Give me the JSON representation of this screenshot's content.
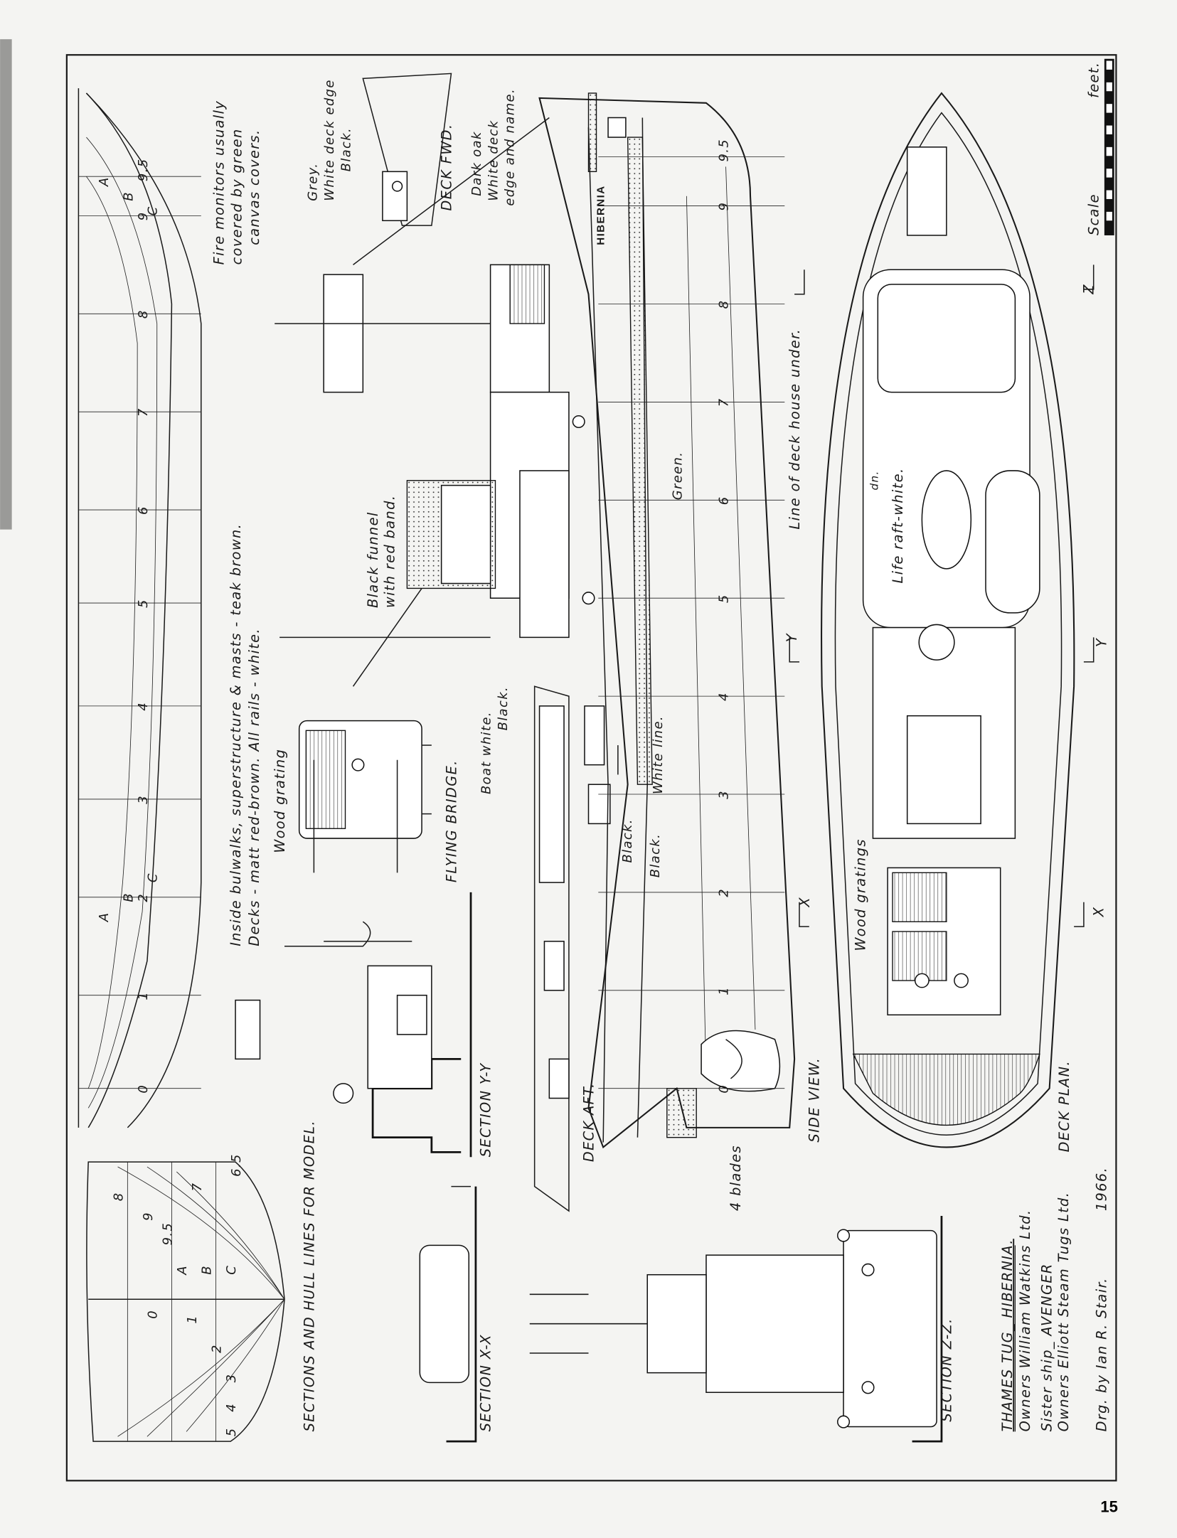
{
  "page_number": "15",
  "scale": {
    "label": "Scale",
    "unit": "feet."
  },
  "title_block": {
    "title": "THAMES TUG_ HIBERNIA.",
    "owners": "Owners William Watkins Ltd.",
    "sister": "Sister ship_ AVENGER",
    "sister_owners": "Owners Elliott Steam Tugs Ltd.",
    "drawn_by": "Drg. by  Ian R. Stair.",
    "year": "1966."
  },
  "views": {
    "hull_lines": "SECTIONS AND HULL LINES FOR MODEL.",
    "section_yy": "SECTION Y-Y",
    "section_xx": "SECTION X-X",
    "section_zz": "SECTION Z-Z.",
    "deck_aft": "DECK AFT.",
    "side_view": "SIDE VIEW.",
    "deck_plan": "DECK PLAN.",
    "flying_bridge": "FLYING BRIDGE.",
    "deck_fwd": "DECK FWD."
  },
  "notes": {
    "fire_monitors": [
      "Fire monitors usually",
      "covered by green",
      "canvas covers."
    ],
    "deck_edge_fwd": [
      "Grey.",
      "White deck edge",
      "Black."
    ],
    "dark_oak": [
      "Dark oak",
      "White deck",
      "edge and name."
    ],
    "colours": [
      "Inside bulwalks, superstructure & masts - teak brown.",
      "Decks - matt red-brown.  All rails - white."
    ],
    "wood_grating": "Wood grating",
    "funnel": [
      "Black funnel",
      "with red band."
    ],
    "boat": [
      "Boat white.",
      "Black."
    ],
    "green": "Green.",
    "white_line": "White line.",
    "black1": "Black.",
    "black2": "Black.",
    "ship_name": "HIBERNIA",
    "deck_house": "Line of deck house under.",
    "life_raft": "Life raft-white.",
    "dn": "dn.",
    "wood_gratings": "Wood gratings",
    "blades": "4 blades",
    "markers": {
      "x": "X",
      "y": "Y",
      "z": "Z"
    }
  },
  "hull_stations": [
    "0",
    "1",
    "2",
    "3",
    "4",
    "5",
    "6",
    "7",
    "8",
    "9",
    "9.5"
  ],
  "waterlines": [
    "A",
    "B",
    "C"
  ],
  "body_plan_labels": [
    "5",
    "4",
    "3",
    "2",
    "1",
    "0",
    "A",
    "B",
    "C",
    "9.5",
    "9",
    "8",
    "7",
    "6.5"
  ]
}
